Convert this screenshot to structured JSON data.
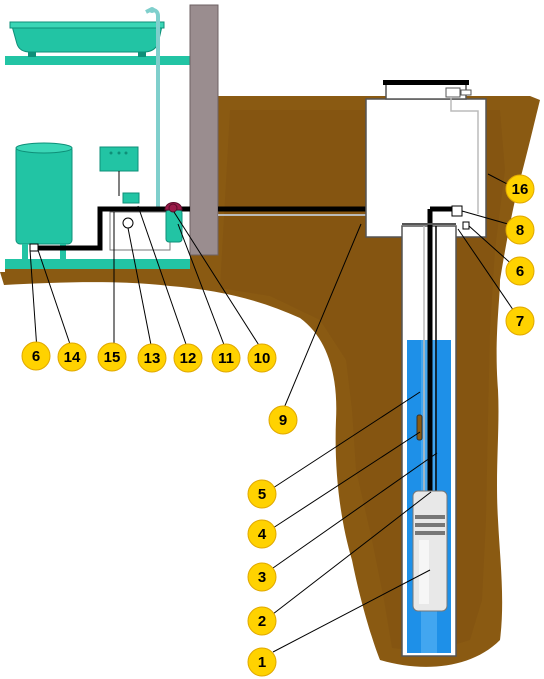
{
  "colors": {
    "soil": "#8a5a12",
    "soil_dark": "#6e460c",
    "wall": "#9a8d8f",
    "teal": "#22c4a4",
    "teal_dark": "#0e8f78",
    "water": "#1e90e8",
    "pipe": "#000000",
    "caisson": "#ffffff",
    "callout": "#ffd200"
  },
  "callouts": [
    {
      "id": "c1",
      "label": "1"
    },
    {
      "id": "c2",
      "label": "2"
    },
    {
      "id": "c3",
      "label": "3"
    },
    {
      "id": "c4",
      "label": "4"
    },
    {
      "id": "c5",
      "label": "5"
    },
    {
      "id": "c6a",
      "label": "6"
    },
    {
      "id": "c7",
      "label": "7"
    },
    {
      "id": "c8",
      "label": "8"
    },
    {
      "id": "c9",
      "label": "9"
    },
    {
      "id": "c10",
      "label": "10"
    },
    {
      "id": "c11",
      "label": "11"
    },
    {
      "id": "c12",
      "label": "12"
    },
    {
      "id": "c13",
      "label": "13"
    },
    {
      "id": "c14",
      "label": "14"
    },
    {
      "id": "c15",
      "label": "15"
    },
    {
      "id": "c6b",
      "label": "6"
    },
    {
      "id": "c16",
      "label": "16"
    }
  ]
}
